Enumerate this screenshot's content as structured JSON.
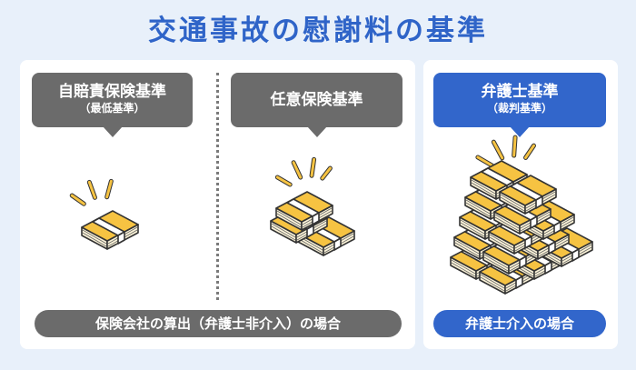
{
  "title": "交通事故の慰謝料の基準",
  "standards": [
    {
      "name": "自賠責保険基準",
      "note": "（最低基準）"
    },
    {
      "name": "任意保険基準",
      "note": ""
    },
    {
      "name": "弁護士基準",
      "note": "（裁判基準）"
    }
  ],
  "footers": {
    "insurance_calc": "保険会社の算出（弁護士非介入）の場合",
    "lawyer": "弁護士介入の場合"
  },
  "colors": {
    "accent_blue": "#3266cb",
    "gray": "#6b6b6b",
    "money_gold": "#f6c342",
    "background": "#e8f0fa"
  }
}
